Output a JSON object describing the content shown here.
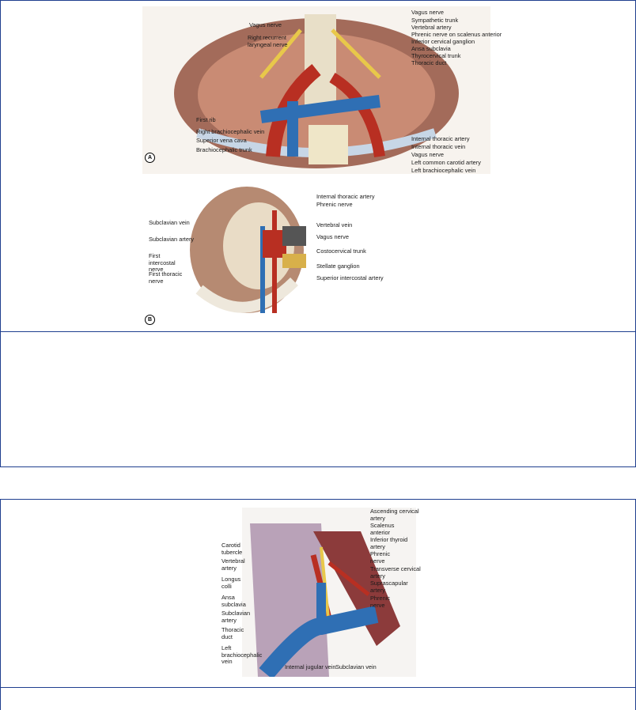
{
  "figure_top": {
    "panel_a": {
      "badge": "A",
      "labels_left": [
        "Vagus nerve",
        "Right recurrent laryngeal nerve",
        "First rib",
        "Right brachiocephalic vein",
        "Superior vena cava",
        "Brachiocephalic trunk"
      ],
      "labels_right_top": [
        "Vagus nerve",
        "Sympathetic trunk",
        "Vertebral artery",
        "Phrenic nerve on scalenus anterior",
        "Inferior cervical ganglion",
        "Ansa subclavia",
        "Thyrocervical trunk",
        "Thoracic duct"
      ],
      "labels_right_bottom": [
        "Internal thoracic artery",
        "Internal thoracic vein",
        "Vagus nerve",
        "Left common carotid artery",
        "Left brachiocephalic vein"
      ]
    },
    "panel_b": {
      "badge": "B",
      "labels_left": [
        "Subclavian vein",
        "Subclavian artery",
        "First intercostal nerve",
        "First thoracic nerve"
      ],
      "labels_right": [
        "Internal thoracic artery",
        "Phrenic nerve",
        "Vertebral vein",
        "Vagus nerve",
        "Costocervical trunk",
        "Stellate ganglion",
        "Superior intercostal artery"
      ]
    }
  },
  "figure_bottom": {
    "labels_left": [
      "Carotid tubercle",
      "Vertebral artery",
      "Longus colli",
      "Ansa subclavia",
      "Subclavian artery",
      "Thoracic duct",
      "Left brachiocephalic vein"
    ],
    "labels_right": [
      "Ascending cervical artery",
      "Scalenus anterior",
      "Inferior thyroid artery",
      "Phrenic nerve",
      "Transverse cervical artery",
      "Suprascapular artery",
      "Phrenic nerve"
    ],
    "labels_bottom": [
      "Internal jugular vein",
      "Subclavian vein"
    ]
  }
}
